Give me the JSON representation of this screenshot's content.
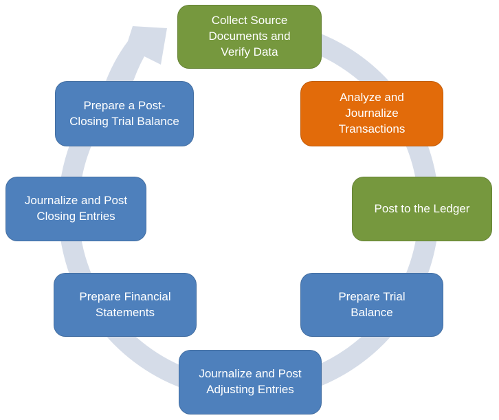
{
  "colors": {
    "green": "#76983E",
    "orange": "#E26B0A",
    "blue": "#4E80BC",
    "ring": "#D5DCE8",
    "text": "#FFFFFF",
    "background": "#FFFFFF"
  },
  "cycle": {
    "direction": "clockwise",
    "steps": [
      {
        "label": "Collect Source Documents and Verify Data",
        "color": "green",
        "position": "top"
      },
      {
        "label": "Analyze and Journalize Transactions",
        "color": "orange",
        "position": "top-right"
      },
      {
        "label": "Post to the Ledger",
        "color": "green",
        "position": "right"
      },
      {
        "label": "Prepare Trial Balance",
        "color": "blue",
        "position": "bottom-right"
      },
      {
        "label": "Journalize and Post Adjusting Entries",
        "color": "blue",
        "position": "bottom"
      },
      {
        "label": "Prepare Financial Statements",
        "color": "blue",
        "position": "bottom-left"
      },
      {
        "label": "Journalize and Post Closing Entries",
        "color": "blue",
        "position": "left"
      },
      {
        "label": "Prepare a Post-Closing Trial Balance",
        "color": "blue",
        "position": "top-left"
      }
    ]
  }
}
